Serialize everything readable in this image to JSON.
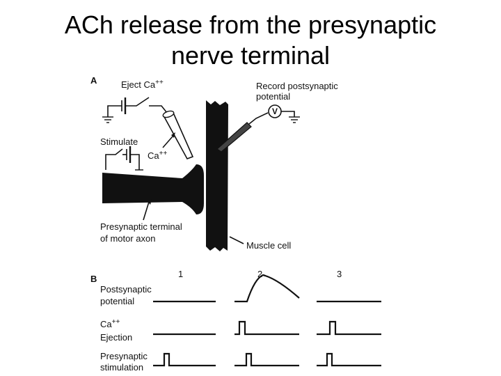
{
  "title": {
    "line1": "ACh release from the presynaptic",
    "line2": "nerve terminal"
  },
  "panel_a": {
    "letter": "A",
    "eject_label": "Eject Ca",
    "eject_sup": "++",
    "record_line1": "Record postsynaptic",
    "record_line2": "potential",
    "voltmeter": "V",
    "stimulate_label": "Stimulate",
    "ca_label": "Ca",
    "ca_sup": "++",
    "terminal_line1": "Presynaptic terminal",
    "terminal_line2": "of motor axon",
    "muscle_label": "Muscle cell"
  },
  "panel_b": {
    "letter": "B",
    "columns": [
      "1",
      "2",
      "3"
    ],
    "rows": [
      {
        "line1": "Postsynaptic",
        "line2": "potential",
        "sup": ""
      },
      {
        "line1": "Ca",
        "line2": "Ejection",
        "sup": "++"
      },
      {
        "line1": "Presynaptic",
        "line2": "stimulation",
        "sup": ""
      }
    ]
  }
}
